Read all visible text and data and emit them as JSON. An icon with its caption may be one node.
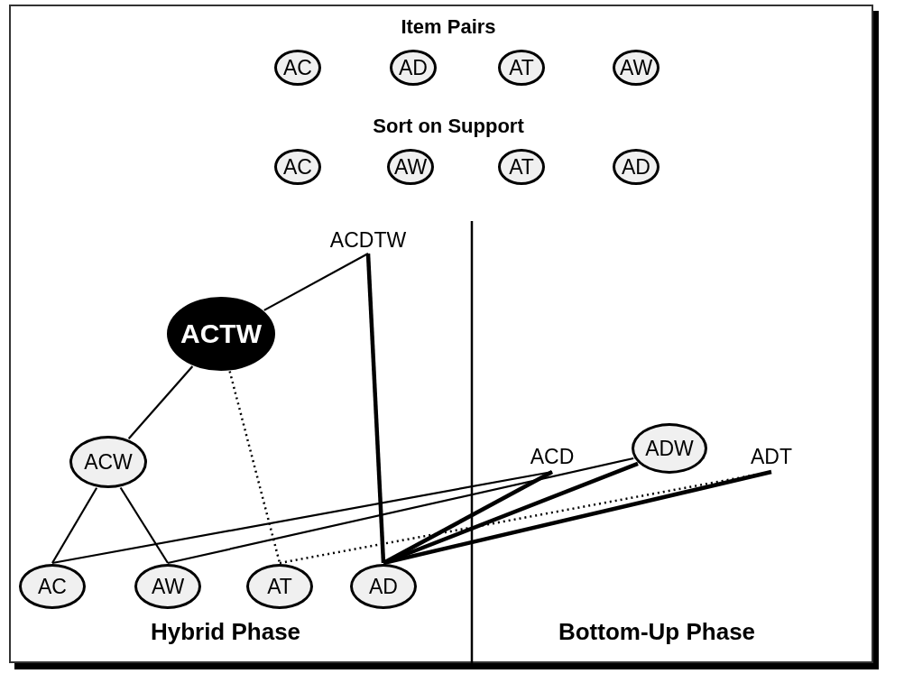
{
  "diagram": {
    "nodes": [
      {
        "text": [
          "AC"
        ]
      },
      {
        "text": [
          "AD"
        ]
      },
      {
        "text": [
          "AT"
        ]
      },
      {
        "text": [
          "AW"
        ]
      },
      {
        "text": [
          "AC"
        ]
      },
      {
        "text": [
          "AW"
        ]
      },
      {
        "text": [
          "AT"
        ]
      },
      {
        "text": [
          "AD"
        ]
      },
      {
        "text": [
          "ACDTW"
        ]
      },
      {
        "text": [
          "ACTW"
        ]
      },
      {
        "text": [
          "ACW"
        ]
      },
      {
        "text": [
          "AC"
        ]
      },
      {
        "text": [
          "AW"
        ]
      },
      {
        "text": [
          "AT"
        ]
      },
      {
        "text": [
          "AD"
        ]
      },
      {
        "text": [
          "ACD"
        ]
      },
      {
        "text": [
          "ADW"
        ]
      },
      {
        "text": [
          "ADT"
        ]
      }
    ],
    "edges": [
      {
        "from": 8,
        "to": 9,
        "arrow": "none"
      },
      {
        "from": 8,
        "to": 14,
        "arrow": "none",
        "style": "thick"
      },
      {
        "from": 9,
        "to": 10,
        "arrow": "none"
      },
      {
        "from": 9,
        "to": 13,
        "arrow": "none",
        "style": "dashed"
      },
      {
        "from": 10,
        "to": 11,
        "arrow": "none"
      },
      {
        "from": 10,
        "to": 12,
        "arrow": "none"
      },
      {
        "from": 11,
        "to": 15,
        "arrow": "none"
      },
      {
        "from": 12,
        "to": 16,
        "arrow": "none"
      },
      {
        "from": 13,
        "to": 17,
        "arrow": "none",
        "style": "dashed"
      },
      {
        "from": 14,
        "to": 15,
        "arrow": "none",
        "style": "thick"
      },
      {
        "from": 14,
        "to": 16,
        "arrow": "none",
        "style": "thick"
      },
      {
        "from": 14,
        "to": 17,
        "arrow": "none",
        "style": "thick"
      }
    ],
    "labels": [
      "Item Pairs",
      "Sort on Support",
      "Hybrid Phase",
      "Bottom-Up Phase"
    ]
  }
}
